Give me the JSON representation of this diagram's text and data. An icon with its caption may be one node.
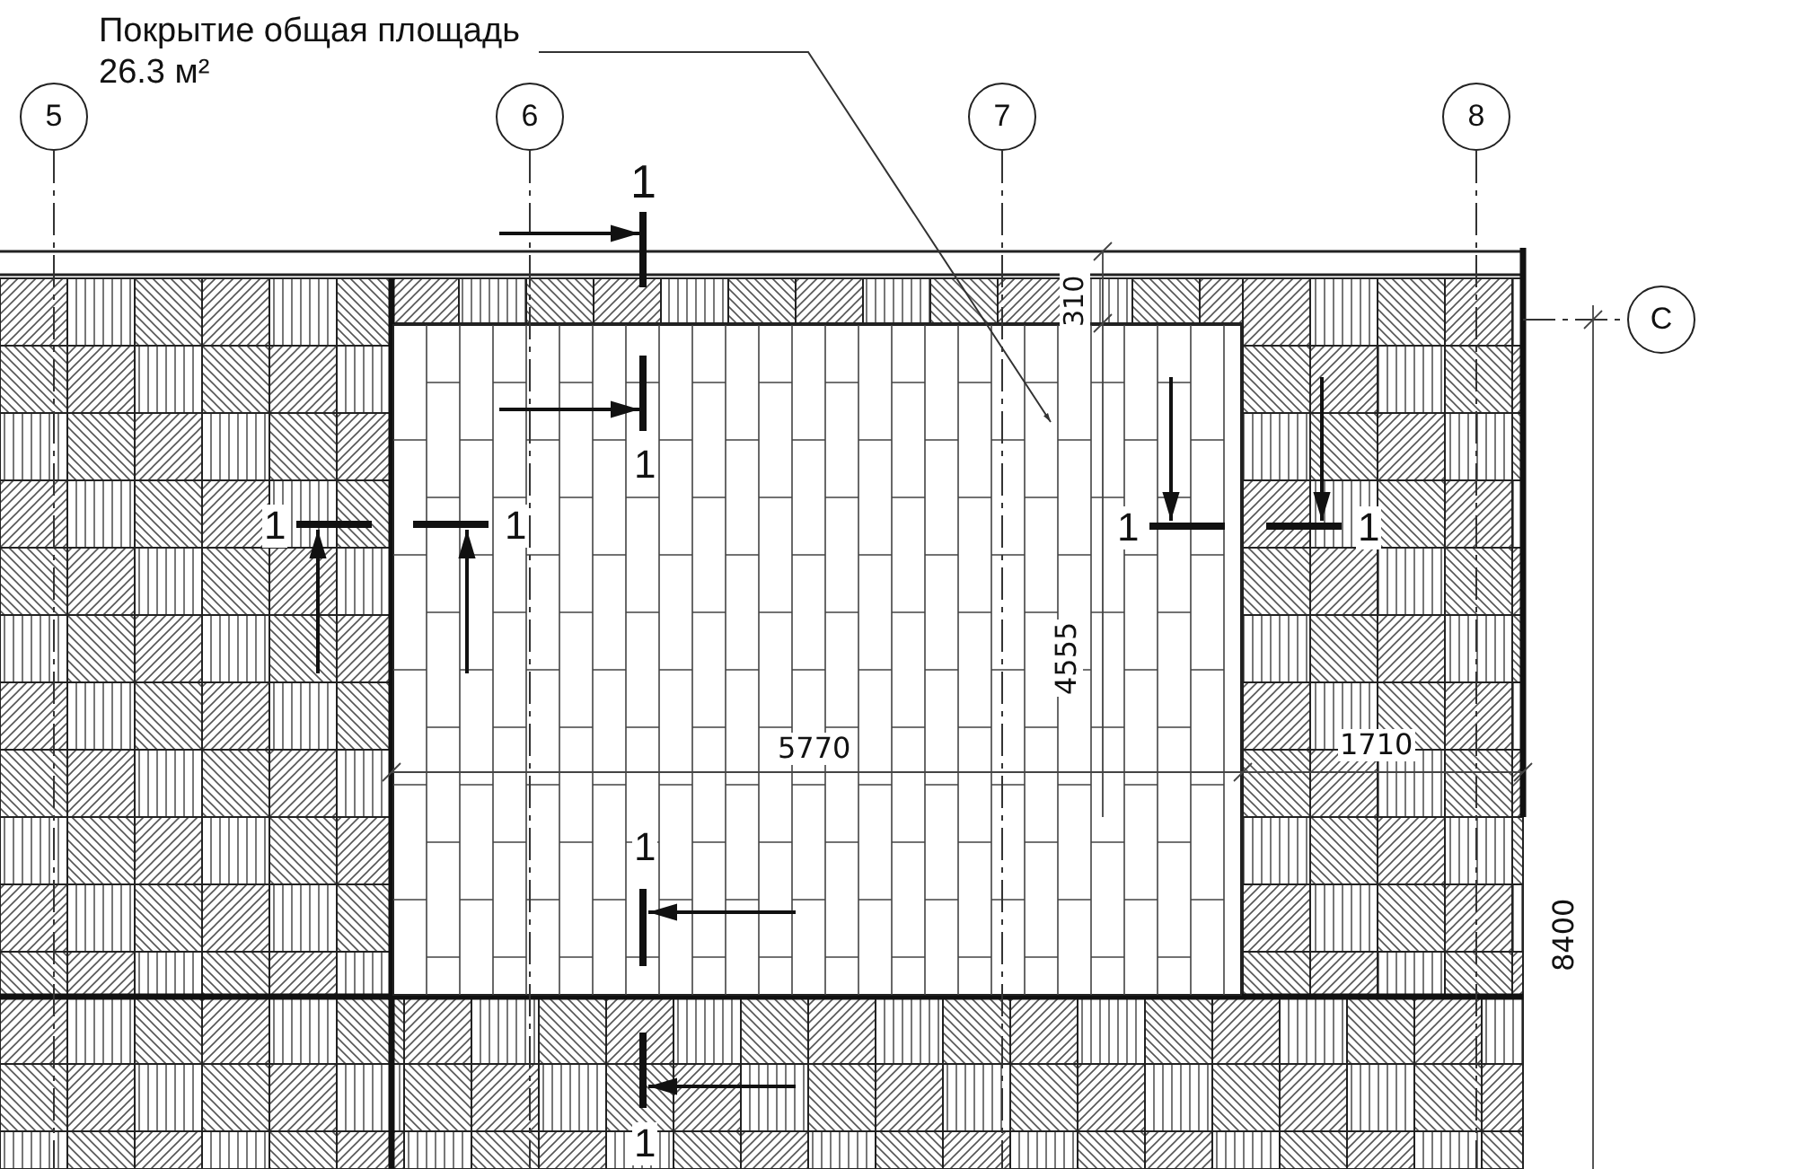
{
  "diagram": {
    "nodes": [
      {
        "text": [
          "Покрытие общая площадь 26.3 м²"
        ]
      },
      {
        "text": [],
        "shape": "box"
      },
      {
        "text": [
          "5"
        ]
      },
      {
        "text": [
          "6"
        ]
      },
      {
        "text": [
          "7"
        ]
      },
      {
        "text": [
          "8"
        ]
      },
      {
        "text": [
          "C"
        ]
      }
    ],
    "edges": [
      {
        "from": 0,
        "to": 1,
        "arrow": "to"
      }
    ],
    "labels": [
      "1",
      "310",
      "1",
      "1",
      "1",
      "1",
      "1",
      "4555",
      "5770",
      "1710",
      "1",
      "8400",
      "1"
    ]
  }
}
